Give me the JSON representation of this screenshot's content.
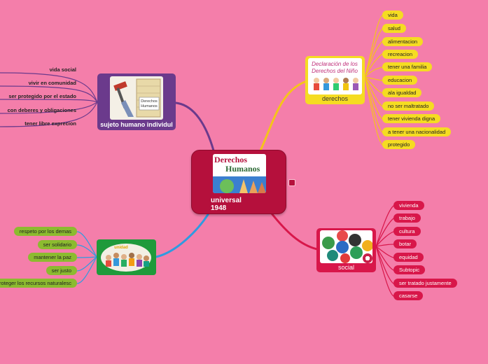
{
  "central": {
    "label": "universal 1948",
    "image_lines": [
      "Derechos",
      "Humanos"
    ]
  },
  "derechos": {
    "label": "derechos",
    "image_text": [
      "Declaración de los",
      "Derechos del Niño"
    ],
    "items": [
      "vida",
      "salud",
      "alimentacion",
      "recreacion",
      "tener una familia",
      "educacion",
      "ala igualdad",
      "no ser maltratado",
      "tener vivienda digna",
      "a tener una nacionalidad",
      "protegido"
    ]
  },
  "social": {
    "label": "social",
    "items": [
      "vivienda",
      "trabajo",
      "cultura",
      "botar",
      "equidad",
      "Subtopic",
      "ser tratado justamente",
      "casarse"
    ]
  },
  "sujeto": {
    "label": "sujeto humano individul",
    "image_text": [
      "Derechos",
      "Humanos"
    ],
    "items": [
      "vida social",
      "vivir en comunidad",
      "ser protegido por el estado",
      "con deberes y obligaciones",
      "tener libre exprecion"
    ]
  },
  "unidad": {
    "image_text": "unidad",
    "items": [
      "respeto por los demas",
      "ser solidario",
      "mantener la paz",
      "ser justo",
      "proteger los recursos naturalesc"
    ]
  },
  "colors": {
    "background": "#f47eaa",
    "central": "#b5103c",
    "derechos": "#f5dc22",
    "social": "#d8174a",
    "sujeto": "#6b3a8c",
    "unidad": "#1f9a3b",
    "unidad_items": "#8cbb2f"
  }
}
